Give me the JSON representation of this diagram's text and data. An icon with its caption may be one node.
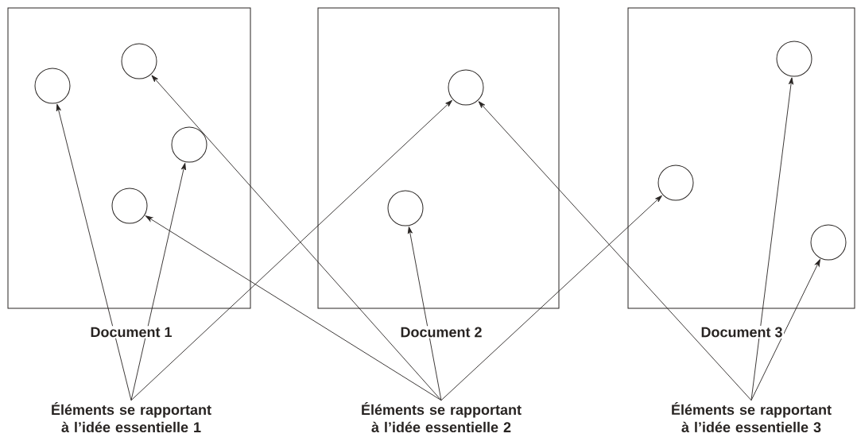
{
  "diagram": {
    "nodes": [
      {
        "text": [
          "Document 1"
        ]
      },
      {
        "text": [],
        "shape": "circle",
        "in": 0
      },
      {
        "text": [],
        "shape": "circle",
        "in": 0
      },
      {
        "text": [],
        "shape": "circle",
        "in": 0
      },
      {
        "text": [],
        "shape": "circle",
        "in": 0
      },
      {
        "text": [
          "Document 2"
        ]
      },
      {
        "text": [],
        "shape": "circle",
        "in": 5
      },
      {
        "text": [],
        "shape": "circle",
        "in": 5
      },
      {
        "text": [
          "Document 3"
        ]
      },
      {
        "text": [],
        "shape": "circle",
        "in": 8
      },
      {
        "text": [],
        "shape": "circle",
        "in": 8
      },
      {
        "text": [],
        "shape": "circle",
        "in": 8
      },
      {
        "text": [
          "Éléments se rapportant à l’idée essentielle 1"
        ]
      },
      {
        "text": [
          "Éléments se rapportant à l’idée essentielle 2"
        ]
      },
      {
        "text": [
          "Éléments se rapportant à l’idée essentielle 3"
        ]
      }
    ],
    "edges": [
      {
        "from": 12,
        "to": 2,
        "arrow": "to"
      },
      {
        "from": 12,
        "to": 3,
        "arrow": "to"
      },
      {
        "from": 12,
        "to": 6,
        "arrow": "to"
      },
      {
        "from": 13,
        "to": 1,
        "arrow": "to"
      },
      {
        "from": 13,
        "to": 4,
        "arrow": "to"
      },
      {
        "from": 13,
        "to": 7,
        "arrow": "to"
      },
      {
        "from": 13,
        "to": 10,
        "arrow": "to"
      },
      {
        "from": 14,
        "to": 6,
        "arrow": "to"
      },
      {
        "from": 14,
        "to": 9,
        "arrow": "to"
      },
      {
        "from": 14,
        "to": 11,
        "arrow": "to"
      }
    ]
  }
}
